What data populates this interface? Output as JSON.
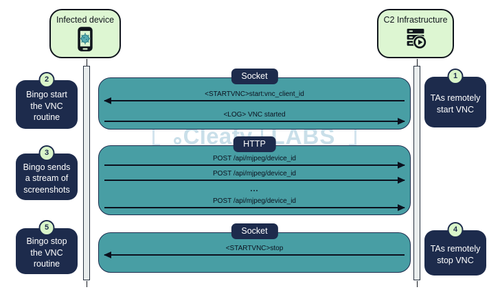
{
  "actors": {
    "left": {
      "label": "Infected device"
    },
    "right": {
      "label": "C2 Infrastructure"
    }
  },
  "steps": {
    "left": [
      {
        "number": "2",
        "text": "Bingo start the VNC routine"
      },
      {
        "number": "3",
        "text": "Bingo sends a stream of screenshots"
      },
      {
        "number": "5",
        "text": "Bingo stop the VNC routine"
      }
    ],
    "right": [
      {
        "number": "1",
        "text": "TAs remotely start VNC"
      },
      {
        "number": "4",
        "text": "TAs remotely stop VNC"
      }
    ]
  },
  "sections": [
    {
      "protocol": "Socket",
      "messages": [
        {
          "text": "<STARTVNC>start:vnc_client_id",
          "direction": "left"
        },
        {
          "text": "<LOG> VNC started",
          "direction": "right"
        }
      ]
    },
    {
      "protocol": "HTTP",
      "messages": [
        {
          "text": "POST /api/mjpeg/device_id",
          "direction": "right"
        },
        {
          "text": "POST /api/mjpeg/device_id",
          "direction": "right"
        },
        {
          "text": "...",
          "direction": "none"
        },
        {
          "text": "POST /api/mjpeg/device_id",
          "direction": "right"
        }
      ]
    },
    {
      "protocol": "Socket",
      "messages": [
        {
          "text": "<STARTVNC>stop",
          "direction": "left"
        }
      ]
    }
  ],
  "watermark": {
    "brand": "Cleafy",
    "labs": "LABS"
  },
  "colors": {
    "actor_green": "#ddf6d2",
    "navy": "#1d2b4c",
    "teal": "#489ea4",
    "badge_green": "#d9f5c9",
    "lifeline_gray": "#e9eded",
    "arrow_black": "#0b101d",
    "watermark_blue": "#c9dfe9"
  }
}
